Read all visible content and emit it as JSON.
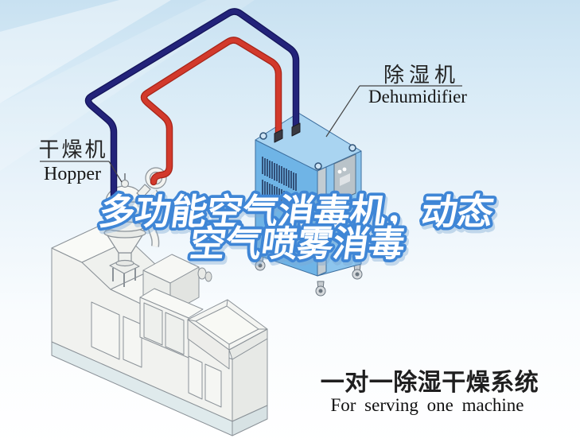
{
  "illustration": {
    "labels": {
      "hopper_zh": "干燥机",
      "hopper_en": "Hopper",
      "dehumidifier_zh": "除湿机",
      "dehumidifier_en": "Dehumidifier"
    },
    "headline": {
      "line1": "多功能空气消毒机，动态",
      "line2": "空气喷雾消毒",
      "fill": "#ffffff",
      "outline": "#3f86d6"
    },
    "caption": {
      "zh": "一对一除湿干燥系统",
      "en": "For serving one machine"
    },
    "colors": {
      "background_top": "#c8e1f1",
      "pipe_red": "#cf3a2a",
      "pipe_navy": "#23237a",
      "dehumidifier_body": "#6fb4e6",
      "machine_body": "#f1f2ef"
    }
  }
}
